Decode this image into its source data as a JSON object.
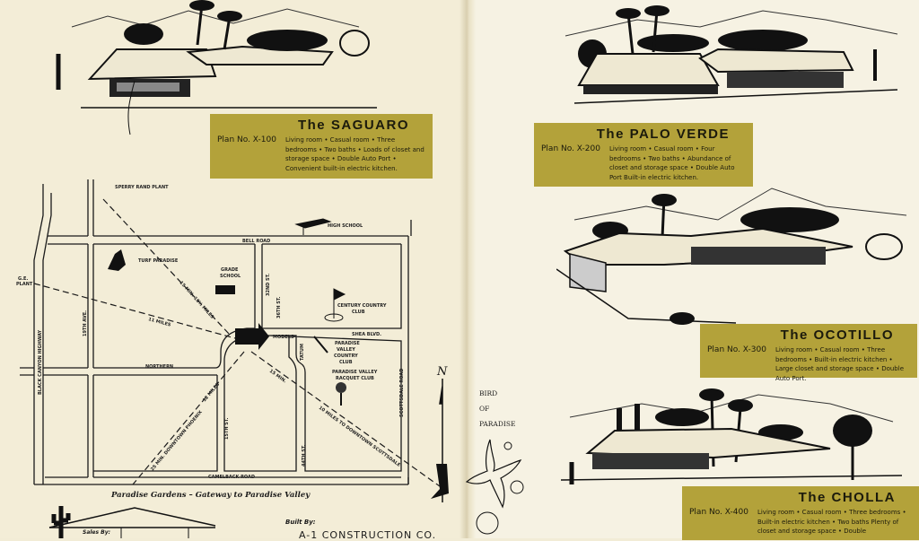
{
  "plans": [
    {
      "name": "The SAGUARO",
      "plan_no": "Plan No. X-100",
      "description": "Living room • Casual room • Three bedrooms • Two baths • Loads of closet and storage space • Double Auto Port • Convenient built-in electric kitchen."
    },
    {
      "name": "The PALO VERDE",
      "plan_no": "Plan No. X-200",
      "description": "Living room • Casual room • Four bedrooms • Two baths • Abundance of closet and storage space • Double Auto Port Built-in electric kitchen."
    },
    {
      "name": "The OCOTILLO",
      "plan_no": "Plan No. X-300",
      "description": "Living room • Casual room • Three bedrooms • Built-in electric kitchen • Large closet and storage space • Double Auto Port."
    },
    {
      "name": "The CHOLLA",
      "plan_no": "Plan No. X-400",
      "description": "Living room • Casual room • Three bedrooms • Built-in electric kitchen • Two baths Plenty of closet and storage space • Double"
    }
  ],
  "map": {
    "sperry": "SPERRY RAND PLANT",
    "high_school": "HIGH SCHOOL",
    "bell_road": "BELL ROAD",
    "turf": "TURF PARADISE",
    "grade_school_1": "GRADE",
    "grade_school_2": "SCHOOL",
    "ge_1": "G.E.",
    "ge_2": "PLANT",
    "st32": "32ND ST.",
    "st36": "36TH ST.",
    "century_1": "CENTURY COUNTRY",
    "century_2": "CLUB",
    "models": "MODELS",
    "shea": "SHEA BLVD.",
    "pvcc_1": "PARADISE",
    "pvcc_2": "VALLEY",
    "pvcc_3": "COUNTRY",
    "pvcc_4": "CLUB",
    "racquet_1": "PARADISE VALLEY",
    "racquet_2": "RACQUET CLUB",
    "tatum": "TATUM",
    "scottsdale_rd": "SCOTTSDALE ROAD",
    "ave19": "19TH AVE.",
    "black_canyon": "BLACK CANYON HIGHWAY",
    "northern": "NORTHERN",
    "st15": "15TH ST.",
    "st44": "44TH ST.",
    "camelback": "CAMELBACK ROAD",
    "eleven": "11 MILES",
    "sperry_dist": "15 MIN. 10½ MILES",
    "phoenix_1": "12 MILES",
    "phoenix_2": "25 MIN. DOWNTOWN PHOENIX",
    "scottsdale_1": "10 MILES TO DOWNTOWN SCOTTSDALE",
    "scottsdale_2": "15 MIN.",
    "north": "N"
  },
  "tagline": "Paradise Gardens – Gateway to Paradise Valley",
  "sales_by": "Sales By:",
  "built_by": "Built By:",
  "builder": "A-1 CONSTRUCTION CO.",
  "bird": [
    "BIRD",
    "OF",
    "PARADISE"
  ],
  "colors": {
    "gold": "#b3a23a",
    "paper": "#f3edd7"
  }
}
